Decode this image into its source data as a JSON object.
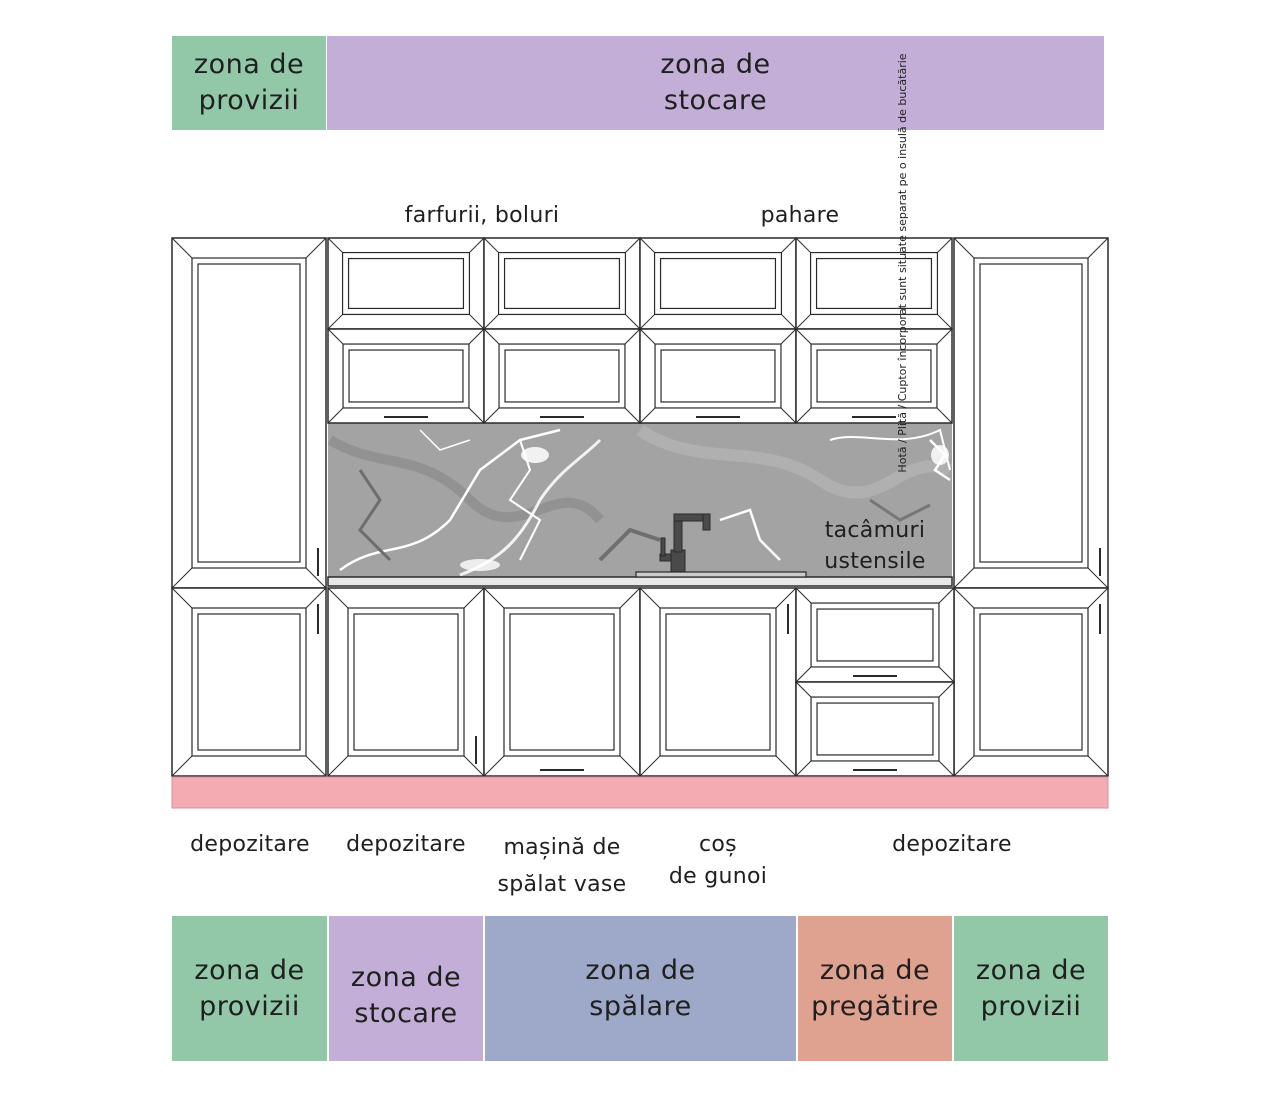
{
  "colors": {
    "provizii": "#92c8a8",
    "stocare": "#c2aed6",
    "spalare": "#9ea8c8",
    "pregatire": "#e0a290",
    "plinth": "#f4abb1",
    "backsplash": "#a3a3a3",
    "line": "#2a2a2a"
  },
  "top_zones": [
    {
      "label": "zona de\nprovizii",
      "color_key": "provizii"
    },
    {
      "label": "zona de\nstocare",
      "color_key": "stocare"
    }
  ],
  "upper_labels": [
    {
      "text": "farfurii, boluri"
    },
    {
      "text": "pahare"
    }
  ],
  "counter_label": "tacâmuri\nustensile",
  "side_note": "Hotă / Plită / Cuptor încorporat sunt situate separat pe o insulă de bucătărie",
  "lower_labels": [
    {
      "text": "depozitare"
    },
    {
      "text": "depozitare"
    },
    {
      "text": "mașină de\nspălat vase"
    },
    {
      "text": "coș\nde gunoi"
    },
    {
      "text": "depozitare"
    }
  ],
  "bottom_zones": [
    {
      "label": "zona de\nprovizii",
      "color_key": "provizii"
    },
    {
      "label": "zona de\nstocare",
      "color_key": "stocare"
    },
    {
      "label": "zona de\nspălare",
      "color_key": "spalare"
    },
    {
      "label": "zona de\npregătire",
      "color_key": "pregatire"
    },
    {
      "label": "zona de\nprovizii",
      "color_key": "provizii"
    }
  ]
}
